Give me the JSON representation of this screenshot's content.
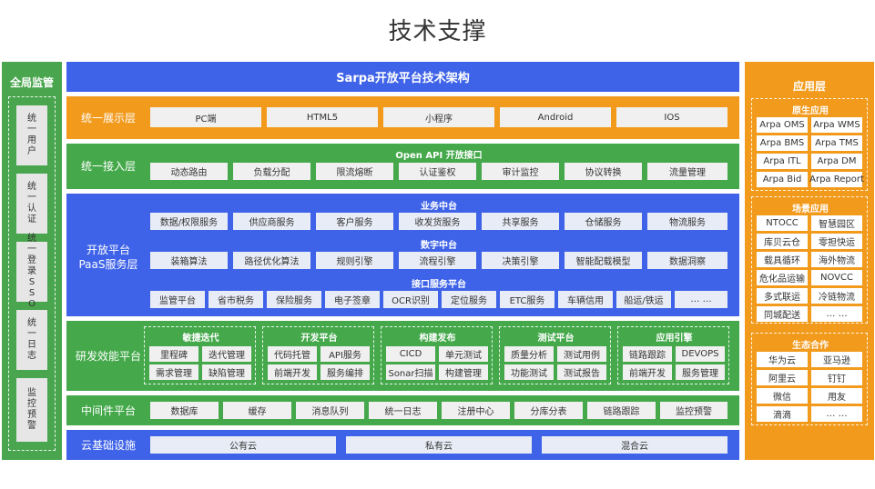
{
  "title": "技术支撑",
  "left": {
    "header": "全局监管",
    "items": [
      "统一用户",
      "统一认证",
      "统一登录SSO",
      "统一日志",
      "监控预警"
    ]
  },
  "banner": "Sarpa开放平台技术架构",
  "display": {
    "label": "统一展示层",
    "items": [
      "PC端",
      "HTML5",
      "小程序",
      "Android",
      "IOS"
    ]
  },
  "access": {
    "label": "统一接入层",
    "sub": "Open API 开放接口",
    "items": [
      "动态路由",
      "负载分配",
      "限流熔断",
      "认证鉴权",
      "审计监控",
      "协议转换",
      "流量管理"
    ]
  },
  "paas": {
    "label_line1": "开放平台",
    "label_line2": "PaaS服务层",
    "biz_title": "业务中台",
    "biz": [
      "数据/权限服务",
      "供应商服务",
      "客户服务",
      "收发货服务",
      "共享服务",
      "仓储服务",
      "物流服务"
    ],
    "data_title": "数字中台",
    "data": [
      "装箱算法",
      "路径优化算法",
      "规则引擎",
      "流程引擎",
      "决策引擎",
      "智能配载模型",
      "数据洞察"
    ],
    "api_title": "接口服务平台",
    "api": [
      "监管平台",
      "省市税务",
      "保险服务",
      "电子签章",
      "OCR识别",
      "定位服务",
      "ETC服务",
      "车辆信用",
      "船运/铁运",
      "… …"
    ]
  },
  "devops": {
    "label": "研发效能平台",
    "groups": [
      {
        "title": "敏捷迭代",
        "items": [
          "里程碑",
          "迭代管理",
          "需求管理",
          "缺陷管理"
        ]
      },
      {
        "title": "开发平台",
        "items": [
          "代码托管",
          "API服务",
          "前端开发",
          "服务编排"
        ]
      },
      {
        "title": "构建发布",
        "items": [
          "CICD",
          "单元测试",
          "Sonar扫描",
          "构建管理"
        ]
      },
      {
        "title": "测试平台",
        "items": [
          "质量分析",
          "测试用例",
          "功能测试",
          "测试报告"
        ]
      },
      {
        "title": "应用引擎",
        "items": [
          "链路跟踪",
          "DEVOPS",
          "前端开发",
          "服务管理"
        ]
      }
    ]
  },
  "middleware": {
    "label": "中间件平台",
    "items": [
      "数据库",
      "缓存",
      "消息队列",
      "统一日志",
      "注册中心",
      "分库分表",
      "链路跟踪",
      "监控预警"
    ]
  },
  "infra": {
    "label": "云基础设施",
    "items": [
      "公有云",
      "私有云",
      "混合云"
    ]
  },
  "right": {
    "header": "应用层",
    "native_title": "原生应用",
    "native": [
      "Arpa OMS",
      "Arpa WMS",
      "Arpa BMS",
      "Arpa TMS",
      "Arpa ITL",
      "Arpa DM",
      "Arpa Bid",
      "Arpa Report"
    ],
    "scene_title": "场景应用",
    "scene": [
      "NTOCC",
      "智慧园区",
      "库贝云仓",
      "零担快运",
      "载具循环",
      "海外物流",
      "危化品运输",
      "NOVCC",
      "多式联运",
      "冷链物流",
      "同城配送",
      "… …"
    ],
    "eco_title": "生态合作",
    "eco": [
      "华为云",
      "亚马逊",
      "阿里云",
      "钉钉",
      "微信",
      "用友",
      "滴滴",
      "… …"
    ]
  },
  "colors": {
    "blue": "#3f63e8",
    "green": "#45a94b",
    "orange": "#f29a1c"
  }
}
